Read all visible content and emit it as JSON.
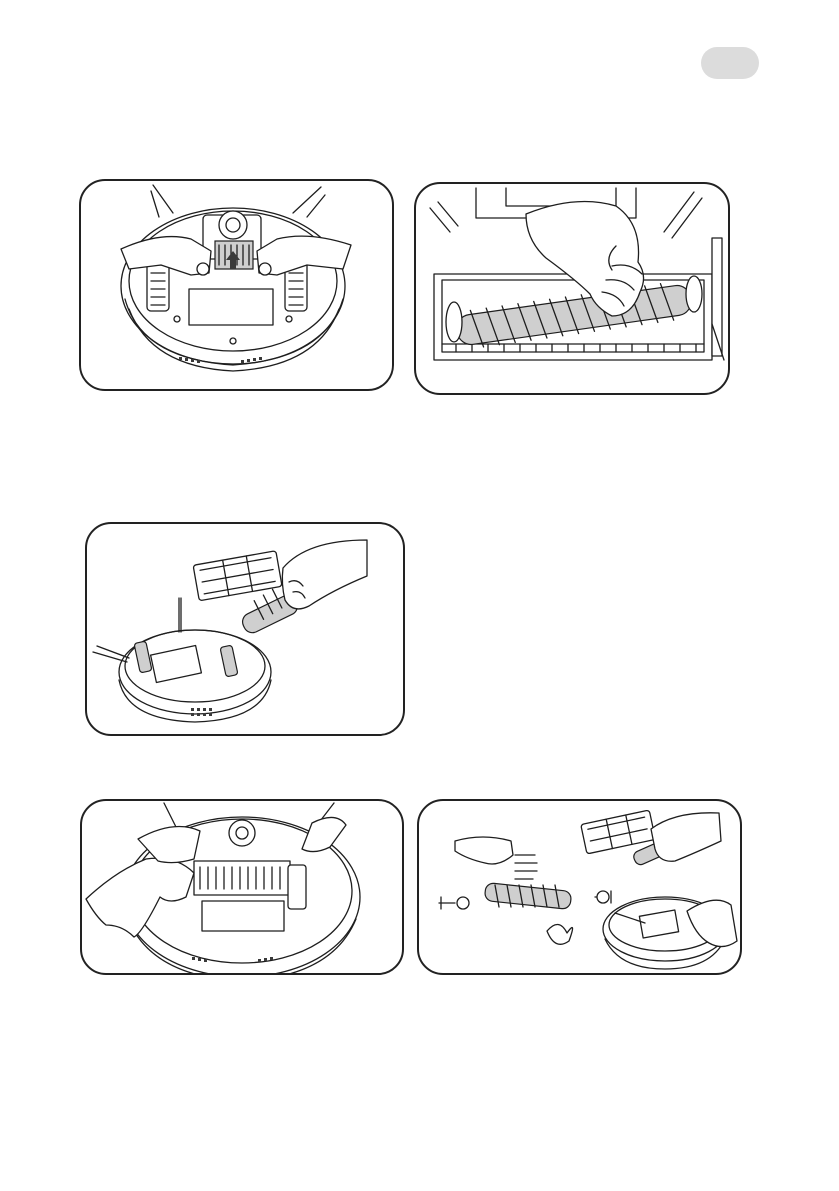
{
  "page": {
    "language_tab": "",
    "figures": [
      {
        "id": "fig-remove-brush-cover",
        "icon": "robot-underside-hands-icon"
      },
      {
        "id": "fig-pull-out-brush",
        "icon": "roller-brush-removal-icon"
      },
      {
        "id": "fig-brush-removed",
        "icon": "robot-brush-cover-icon"
      },
      {
        "id": "fig-wipe-underside",
        "icon": "wipe-cloth-icon"
      },
      {
        "id": "fig-clean-parts",
        "icon": "brush-parts-icon"
      }
    ]
  }
}
